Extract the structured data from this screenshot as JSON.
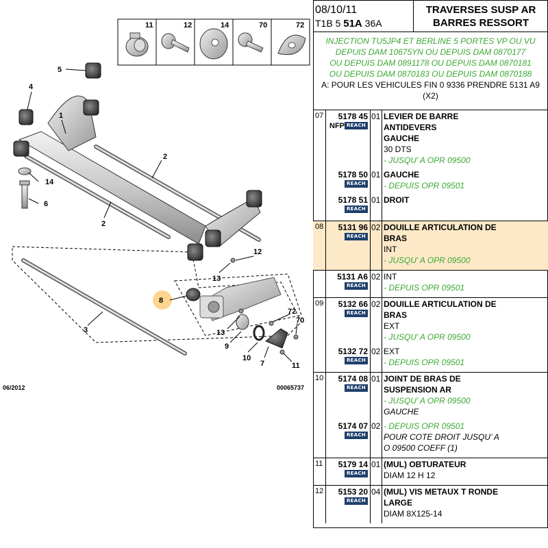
{
  "diagram": {
    "callouts": [
      {
        "id": "5",
        "label": "5"
      },
      {
        "id": "4",
        "label": "4"
      },
      {
        "id": "1",
        "label": "1"
      },
      {
        "id": "2a",
        "label": "2"
      },
      {
        "id": "2b",
        "label": "2"
      },
      {
        "id": "14",
        "label": "14"
      },
      {
        "id": "6",
        "label": "6"
      },
      {
        "id": "3",
        "label": "3"
      },
      {
        "id": "12",
        "label": "12"
      },
      {
        "id": "13a",
        "label": "13"
      },
      {
        "id": "8",
        "label": "8"
      },
      {
        "id": "13b",
        "label": "13"
      },
      {
        "id": "9",
        "label": "9"
      },
      {
        "id": "10",
        "label": "10"
      },
      {
        "id": "7",
        "label": "7"
      },
      {
        "id": "11",
        "label": "11"
      },
      {
        "id": "72",
        "label": "72"
      },
      {
        "id": "70",
        "label": "70"
      }
    ],
    "legend": [
      {
        "label": "11"
      },
      {
        "label": "12"
      },
      {
        "label": "14"
      },
      {
        "label": "70"
      },
      {
        "label": "72"
      }
    ],
    "date": "06/2012",
    "doc_number": "00065737",
    "highlight_color": "#fcd58e"
  },
  "header": {
    "date": "08/10/11",
    "code_prefix": "T1B 5 ",
    "code_bold": "51A",
    "code_suffix": " 36A",
    "title_line1": "TRAVERSES SUSP AR",
    "title_line2": "BARRES RESSORT"
  },
  "notes": {
    "green_lines": [
      "INJECTION TU5JP4 ET BERLINE 5 PORTES VP OU VU",
      "DEPUIS DAM 10675YN OU DEPUIS DAM 0870177",
      "OU DEPUIS DAM 0891178 OU DEPUIS DAM 0870181",
      "OU DEPUIS DAM 0870183 OU DEPUIS DAM 0870188"
    ],
    "black_lines": [
      "A: POUR LES VEHICULES FIN 0 9336 PRENDRE 5131 A9",
      "(X2)"
    ]
  },
  "reach_label": "REACH",
  "colors": {
    "green": "#3aa832",
    "highlight": "#fde9c8",
    "reach_badge": "#1f3f6b"
  },
  "sections": [
    {
      "num": "07",
      "highlight": false,
      "entries": [
        {
          "ref": "5178 45",
          "nfp": "NFP",
          "qty": "01",
          "lines": [
            {
              "t": "bold",
              "v": "LEVIER DE BARRE"
            },
            {
              "t": "bold",
              "v": "ANTIDEVERS"
            },
            {
              "t": "bold",
              "v": "GAUCHE"
            },
            {
              "t": "plain",
              "v": "30 DTS"
            },
            {
              "t": "green",
              "v": "- JUSQU’ A OPR 09500"
            }
          ]
        },
        {
          "ref": "5178 50",
          "nfp": "",
          "qty": "01",
          "lines": [
            {
              "t": "bold",
              "v": "GAUCHE"
            },
            {
              "t": "green",
              "v": "- DEPUIS OPR 09501"
            }
          ]
        },
        {
          "ref": "5178 51",
          "nfp": "",
          "qty": "01",
          "lines": [
            {
              "t": "bold",
              "v": "DROIT"
            }
          ]
        }
      ]
    },
    {
      "num": "08",
      "highlight": true,
      "entries": [
        {
          "ref": "5131 96",
          "nfp": "",
          "qty": "02",
          "lines": [
            {
              "t": "bold",
              "v": "DOUILLE ARTICULATION DE"
            },
            {
              "t": "bold",
              "v": "BRAS"
            },
            {
              "t": "plain",
              "v": "INT"
            },
            {
              "t": "green",
              "v": "- JUSQU’ A OPR 09500"
            }
          ]
        }
      ]
    },
    {
      "num": "",
      "highlight": false,
      "entries": [
        {
          "ref": "5131 A6",
          "nfp": "",
          "qty": "02",
          "lines": [
            {
              "t": "plain",
              "v": "INT"
            },
            {
              "t": "green",
              "v": "- DEPUIS OPR 09501"
            }
          ]
        }
      ]
    },
    {
      "num": "09",
      "highlight": false,
      "entries": [
        {
          "ref": "5132 66",
          "nfp": "",
          "qty": "02",
          "lines": [
            {
              "t": "bold",
              "v": "DOUILLE ARTICULATION DE"
            },
            {
              "t": "bold",
              "v": "BRAS"
            },
            {
              "t": "plain",
              "v": "EXT"
            },
            {
              "t": "green",
              "v": "- JUSQU’ A OPR 09500"
            }
          ]
        },
        {
          "ref": "5132 72",
          "nfp": "",
          "qty": "02",
          "lines": [
            {
              "t": "plain",
              "v": "EXT"
            },
            {
              "t": "green",
              "v": "- DEPUIS OPR 09501"
            }
          ]
        }
      ]
    },
    {
      "num": "10",
      "highlight": false,
      "entries": [
        {
          "ref": "5174 08",
          "nfp": "",
          "qty": "01",
          "lines": [
            {
              "t": "bold",
              "v": "JOINT DE BRAS DE"
            },
            {
              "t": "bold",
              "v": "SUSPENSION AR"
            },
            {
              "t": "green",
              "v": "- JUSQU’ A OPR 09500"
            },
            {
              "t": "ital",
              "v": "GAUCHE"
            }
          ]
        },
        {
          "ref": "5174 07",
          "nfp": "",
          "qty": "02",
          "lines": [
            {
              "t": "green",
              "v": "- DEPUIS OPR 09501"
            },
            {
              "t": "ital",
              "v": "POUR COTE DROIT JUSQU’ A"
            },
            {
              "t": "ital",
              "v": "O 09500 COEFF (1)"
            }
          ]
        }
      ]
    },
    {
      "num": "11",
      "highlight": false,
      "entries": [
        {
          "ref": "5179 14",
          "nfp": "",
          "qty": "01",
          "lines": [
            {
              "t": "bold",
              "v": "(MUL) OBTURATEUR"
            },
            {
              "t": "plain",
              "v": "DIAM 12 H 12"
            }
          ]
        }
      ]
    },
    {
      "num": "12",
      "highlight": false,
      "entries": [
        {
          "ref": "5153 20",
          "nfp": "",
          "qty": "04",
          "lines": [
            {
              "t": "bold",
              "v": "(MUL) VIS METAUX T RONDE"
            },
            {
              "t": "bold",
              "v": "LARGE"
            },
            {
              "t": "plain",
              "v": "DIAM 8X125-14"
            }
          ]
        }
      ]
    }
  ]
}
